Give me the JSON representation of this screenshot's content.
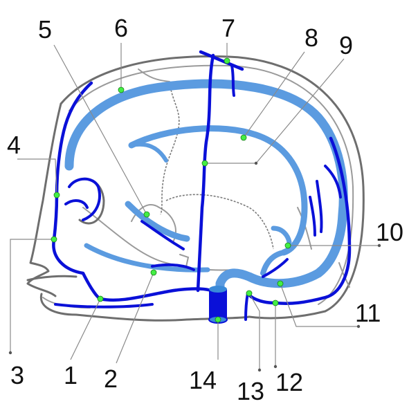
{
  "diagram": {
    "labels": [
      {
        "key": "l1",
        "text": "1"
      },
      {
        "key": "l2",
        "text": "2"
      },
      {
        "key": "l3",
        "text": "3"
      },
      {
        "key": "l4",
        "text": "4"
      },
      {
        "key": "l5",
        "text": "5"
      },
      {
        "key": "l6",
        "text": "6"
      },
      {
        "key": "l7",
        "text": "7"
      },
      {
        "key": "l8",
        "text": "8"
      },
      {
        "key": "l9",
        "text": "9"
      },
      {
        "key": "l10",
        "text": "10"
      },
      {
        "key": "l11",
        "text": "11"
      },
      {
        "key": "l12",
        "text": "12"
      },
      {
        "key": "l13",
        "text": "13"
      },
      {
        "key": "l14",
        "text": "14"
      }
    ]
  },
  "colors": {
    "sinus": "#5b9be0",
    "vein": "#0a10d8",
    "marker": "#44ee44",
    "skull": "#6e6e6e",
    "label_text": "#111111"
  }
}
